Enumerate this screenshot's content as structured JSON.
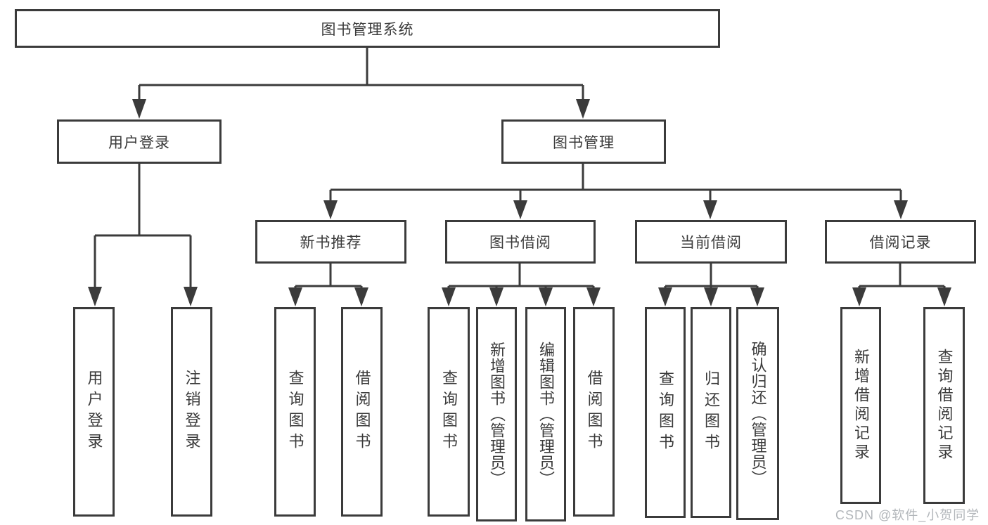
{
  "diagram": {
    "root": {
      "label": "图书管理系统"
    },
    "branches": [
      {
        "label": "用户登录",
        "children": [
          {
            "label": "用户登录"
          },
          {
            "label": "注销登录"
          }
        ]
      },
      {
        "label": "图书管理",
        "children": [
          {
            "label": "新书推荐",
            "children": [
              {
                "label": "查询图书"
              },
              {
                "label": "借阅图书"
              }
            ]
          },
          {
            "label": "图书借阅",
            "children": [
              {
                "label": "查询图书"
              },
              {
                "label": "新增图书（管理员）"
              },
              {
                "label": "编辑图书（管理员）"
              },
              {
                "label": "借阅图书"
              }
            ]
          },
          {
            "label": "当前借阅",
            "children": [
              {
                "label": "查询图书"
              },
              {
                "label": "归还图书"
              },
              {
                "label": "确认归还（管理员）"
              }
            ]
          },
          {
            "label": "借阅记录",
            "children": [
              {
                "label": "新增借阅记录"
              },
              {
                "label": "查询借阅记录"
              }
            ]
          }
        ]
      }
    ]
  },
  "watermark": {
    "text": "CSDN @软件_小贺同学"
  },
  "colors": {
    "line": "#3b3b3b",
    "box_border": "#3b3b3b",
    "box_fill": "#ffffff",
    "text": "#3a3a3a",
    "watermark": "#b2b6ba",
    "background": "#ffffff"
  }
}
